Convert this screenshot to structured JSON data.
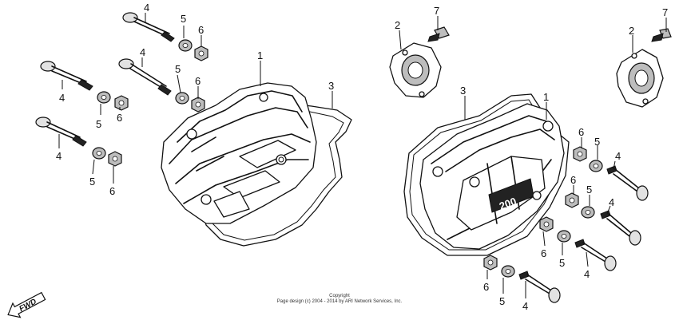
{
  "callouts": [
    "1",
    "2",
    "3",
    "4",
    "5",
    "6",
    "7"
  ],
  "copyright": {
    "line1": "Copyright",
    "line2": "Page design (c) 2004 - 2014 by ARI Network Services, Inc."
  },
  "direction_label": "FWD",
  "cover_badge": "200"
}
